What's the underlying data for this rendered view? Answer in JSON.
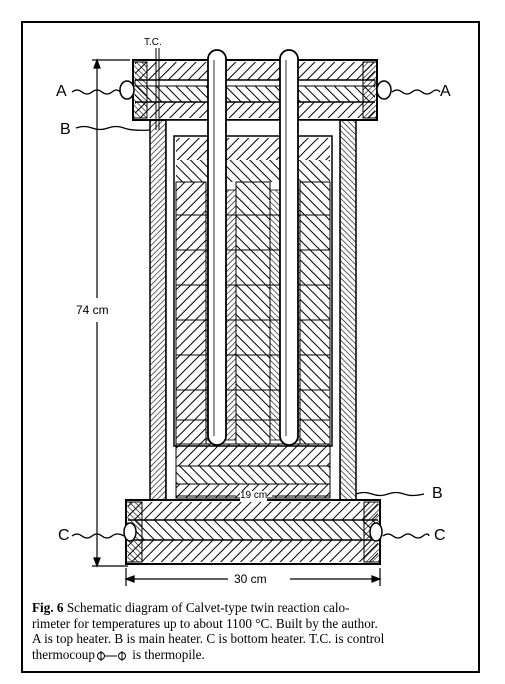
{
  "figure": {
    "labels": {
      "tc": "T.C.",
      "a_left": "A",
      "a_right": "A",
      "b_left": "B",
      "b_right": "B",
      "c_left": "C",
      "c_right": "C",
      "height_dim": "74 cm",
      "inner_dim": "19 cm",
      "width_dim": "30 cm"
    }
  },
  "caption": {
    "fig_no": "Fig. 6",
    "line1": "Schematic diagram of Calvet-type twin reaction calo-",
    "line2": "rimeter for temperatures up to about 1100 °C. Built by the author.",
    "line3": "A is top heater. B is main heater. C is bottom heater. T.C. is control",
    "line4a": "thermocoup",
    "line4b": "is thermopile."
  }
}
